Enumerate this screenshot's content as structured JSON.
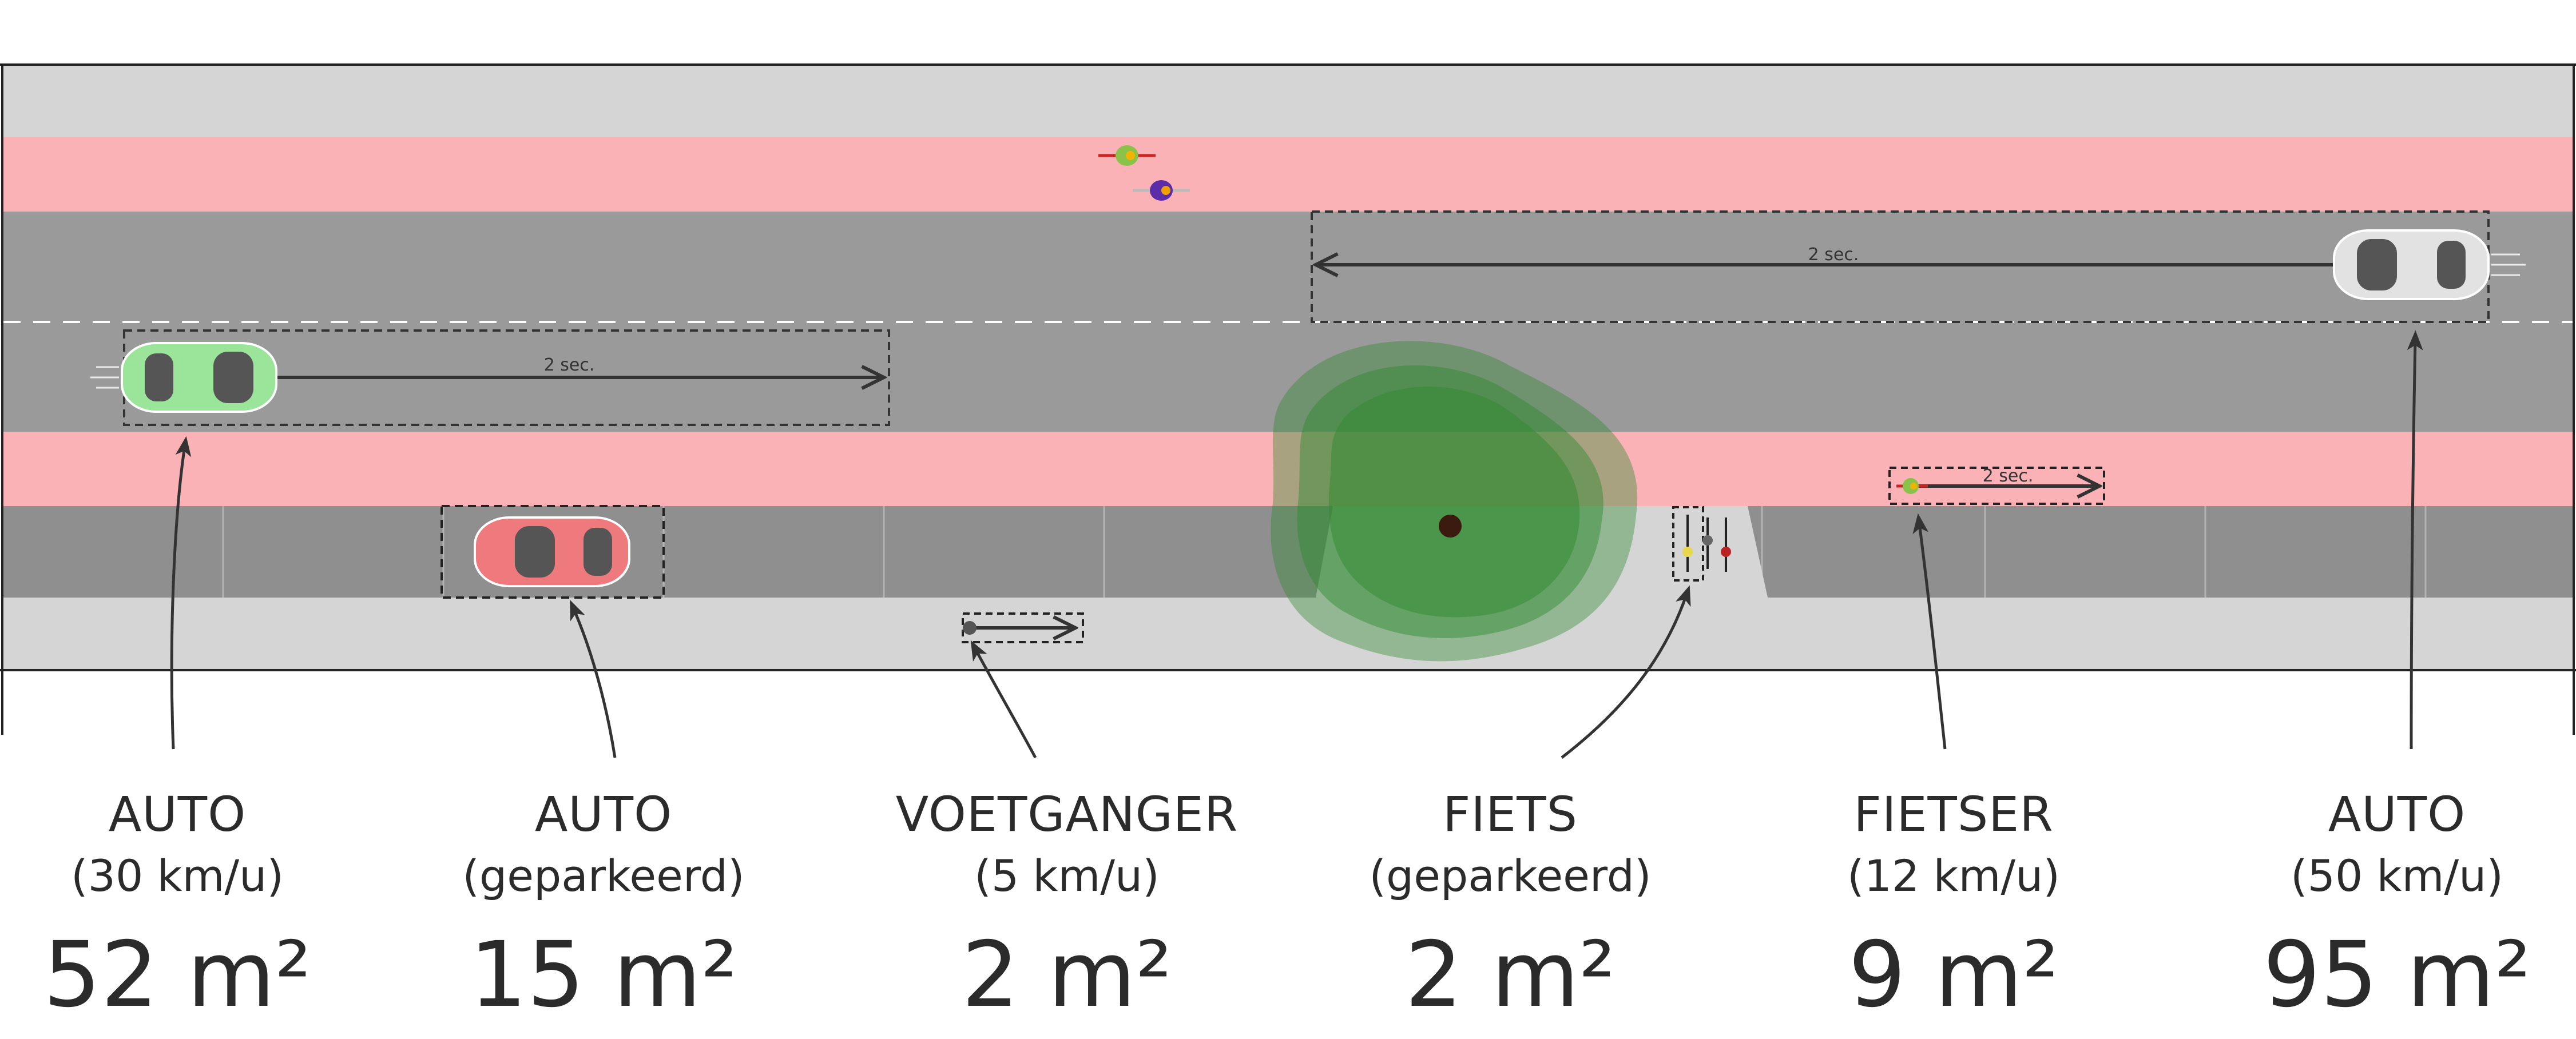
{
  "legend": [
    {
      "kind": "AUTO",
      "detail": "(30 km/u)",
      "area": "52 m²"
    },
    {
      "kind": "AUTO",
      "detail": "(geparkeerd)",
      "area": "15 m²"
    },
    {
      "kind": "VOETGANGER",
      "detail": "(5 km/u)",
      "area": "2 m²"
    },
    {
      "kind": "FIETS",
      "detail": "(geparkeerd)",
      "area": "2 m²"
    },
    {
      "kind": "FIETSER",
      "detail": "(12 km/u)",
      "area": "9 m²"
    },
    {
      "kind": "AUTO",
      "detail": "(50 km/u)",
      "area": "95 m²"
    }
  ],
  "durations": {
    "car_30": "2 sec.",
    "car_50": "2 sec.",
    "cyclist": "2 sec."
  },
  "colors": {
    "sidewalk": "#d5d5d5",
    "bike_lane": "#fbb2b7",
    "road": "#9a9a9a",
    "parking": "#8f8f8f",
    "car_green": "#9be59b",
    "car_red": "#ee7a7e",
    "car_white": "#e2e2e2",
    "tree": "#2f8a2f",
    "arrow": "#333333"
  },
  "icons": {
    "car": "car-top-view-icon",
    "cyclist": "cyclist-top-view-icon",
    "pedestrian": "pedestrian-icon",
    "bike": "parked-bike-icon",
    "tree": "tree-top-view-icon"
  }
}
